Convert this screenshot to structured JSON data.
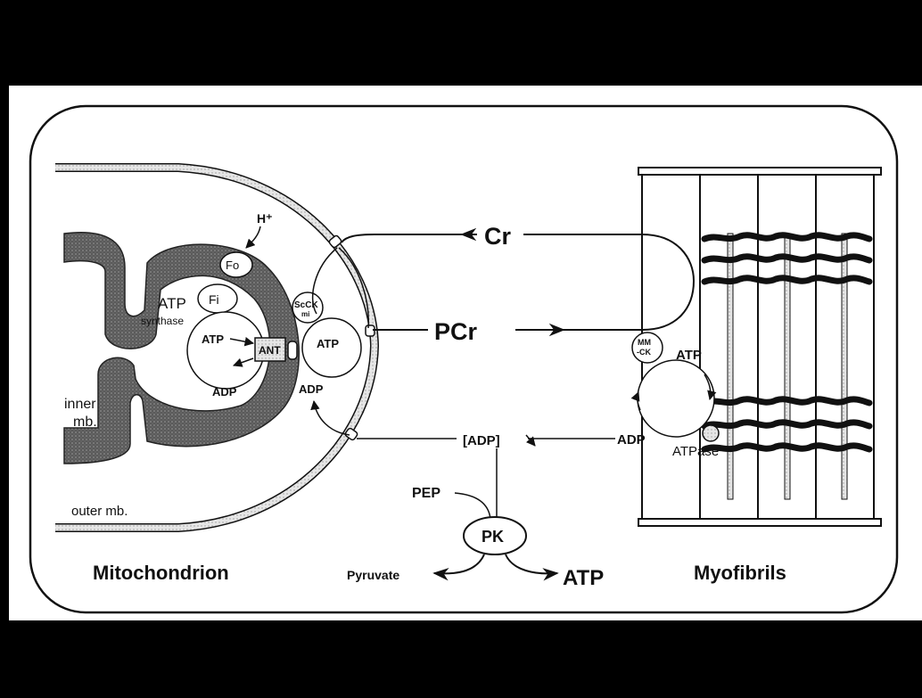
{
  "labels": {
    "h_plus": "H⁺",
    "fo": "Fo",
    "fi": "Fi",
    "atp_synthase_1": "ATP",
    "atp_synthase_2": "synthase",
    "atp_left": "ATP",
    "adp_left": "ADP",
    "ant": "ANT",
    "scck_1": "ScCK",
    "scck_2": "mi",
    "atp_scck": "ATP",
    "adp_scck": "ADP",
    "inner_1": "inner",
    "inner_2": "mb.",
    "outer": "outer mb.",
    "mitochondrion": "Mitochondrion",
    "cr": "Cr",
    "pcr": "PCr",
    "adp_bracket": "[ADP]",
    "pep": "PEP",
    "pk": "PK",
    "pyruvate": "Pyruvate",
    "atp_pk": "ATP",
    "mmck_1": "MM",
    "mmck_2": "-CK",
    "atp_mm": "ATP",
    "adp_mm": "ADP",
    "atpase": "ATPase",
    "myofibrils": "Myofibrils"
  }
}
